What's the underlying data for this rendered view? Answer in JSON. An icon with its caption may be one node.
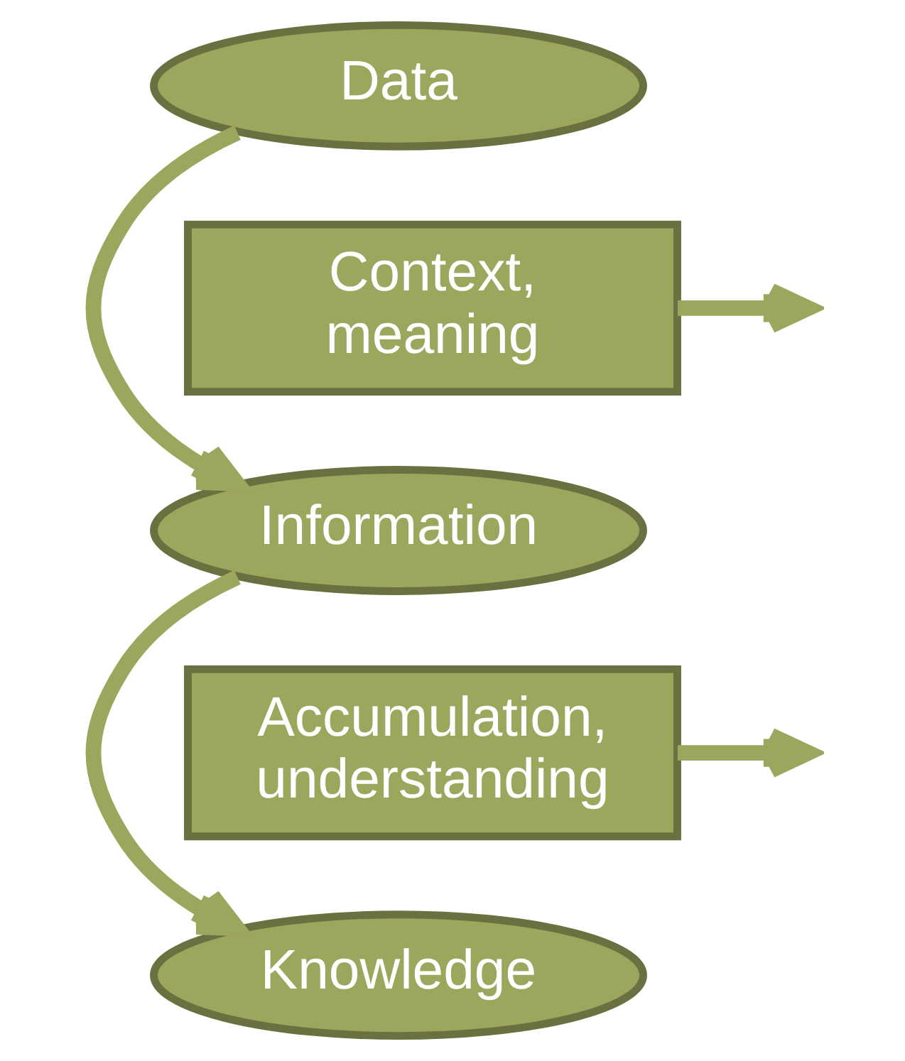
{
  "diagram": {
    "nodes": [
      {
        "text": [
          "Data"
        ]
      },
      {
        "text": [
          "Context, meaning"
        ]
      },
      {
        "text": [
          "Information"
        ]
      },
      {
        "text": [
          "Accumulation, understanding"
        ]
      },
      {
        "text": [
          "Knowledge"
        ]
      }
    ],
    "edges": [
      {
        "from": 0,
        "to": 2,
        "arrow": "to"
      },
      {
        "from": 1,
        "to": null,
        "arrow": "to"
      },
      {
        "from": 2,
        "to": 4,
        "arrow": "to"
      },
      {
        "from": 3,
        "to": null,
        "arrow": "to"
      }
    ]
  }
}
